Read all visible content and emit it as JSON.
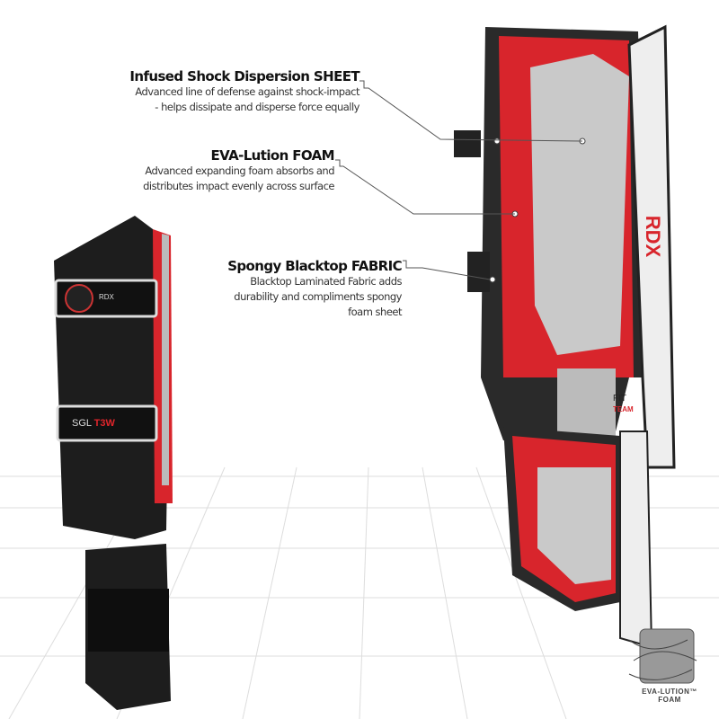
{
  "callouts": [
    {
      "title": "Infused Shock Dispersion SHEET",
      "desc": [
        "Advanced line of defense against shock-impact",
        "- helps dissipate and disperse force equally"
      ]
    },
    {
      "title": "EVA-Lution FOAM",
      "desc": [
        "Advanced expanding foam absorbs and",
        "distributes impact evenly across surface"
      ]
    },
    {
      "title": "Spongy Blacktop FABRIC",
      "desc": [
        "Blacktop Laminated Fabric adds",
        "durability and compliments spongy",
        "foam sheet"
      ]
    }
  ],
  "left_guard": {
    "strap_label": "SGL",
    "strap_label_accent": "T3W",
    "brand_mark": "RDX"
  },
  "right_guard": {
    "side_text": "RDX",
    "knee_label_1": "FIT",
    "knee_label_2": "TEAM"
  },
  "foam_logo": {
    "line1": "EVA-LUTION™",
    "line2": "FOAM"
  },
  "colors": {
    "red": "#d8252c",
    "black": "#1a1a1a",
    "grey": "#b8b8b8"
  }
}
